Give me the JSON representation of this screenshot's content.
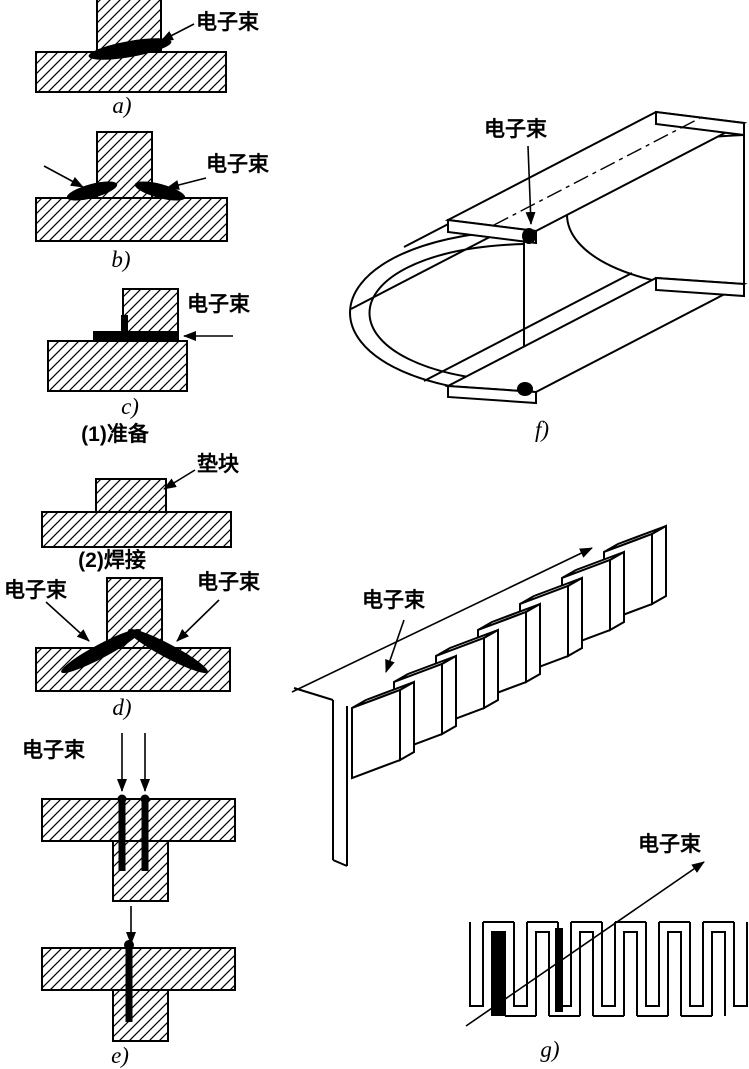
{
  "page": {
    "background": "#ffffff",
    "ink": "#000000"
  },
  "labels": {
    "beam": "电子束",
    "pad": "垫块",
    "step1": "(1)准备",
    "step2": "(2)焊接"
  },
  "captions": {
    "a": "a)",
    "b": "b)",
    "c": "c)",
    "d": "d)",
    "e": "e)",
    "f": "f)",
    "g": "g)"
  }
}
